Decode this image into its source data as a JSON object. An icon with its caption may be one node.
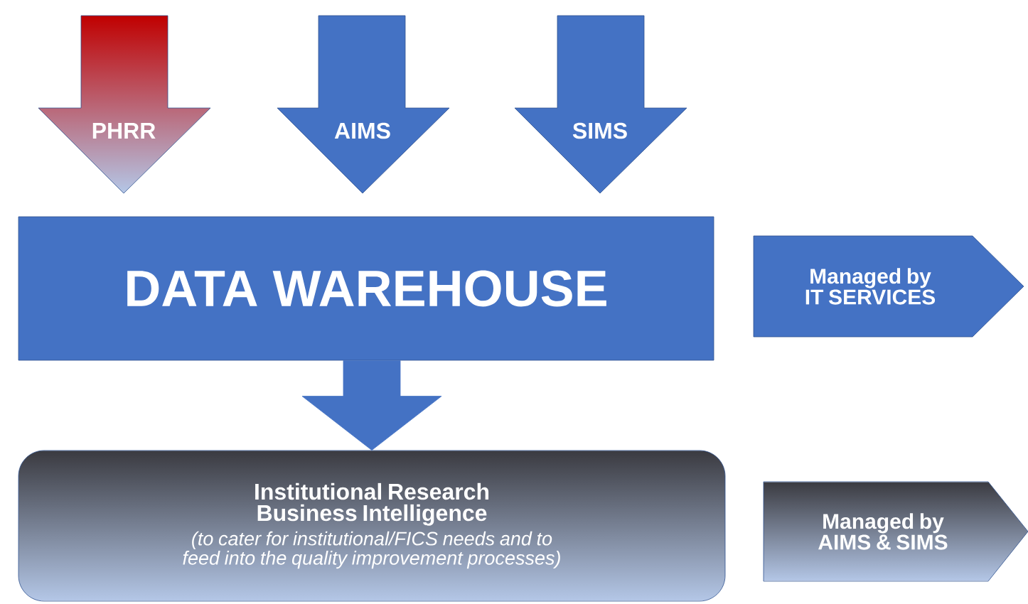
{
  "diagram": {
    "nodes": [
      {
        "text": [
          "PHRR"
        ]
      },
      {
        "text": [
          "AIMS"
        ]
      },
      {
        "text": [
          "SIMS"
        ]
      },
      {
        "text": [
          "DATA WAREHOUSE"
        ]
      },
      {
        "text": [
          "Managed by IT SERVICES"
        ]
      },
      {
        "text": [
          "Institutional Research",
          "Business Intelligence",
          "(to cater for institutional/FICS needs and to feed into the quality improvement processes)"
        ]
      },
      {
        "text": [
          "Managed by AIMS & SIMS"
        ]
      }
    ],
    "edges": [
      {
        "from": 3,
        "to": 5,
        "arrow": "to"
      }
    ]
  }
}
